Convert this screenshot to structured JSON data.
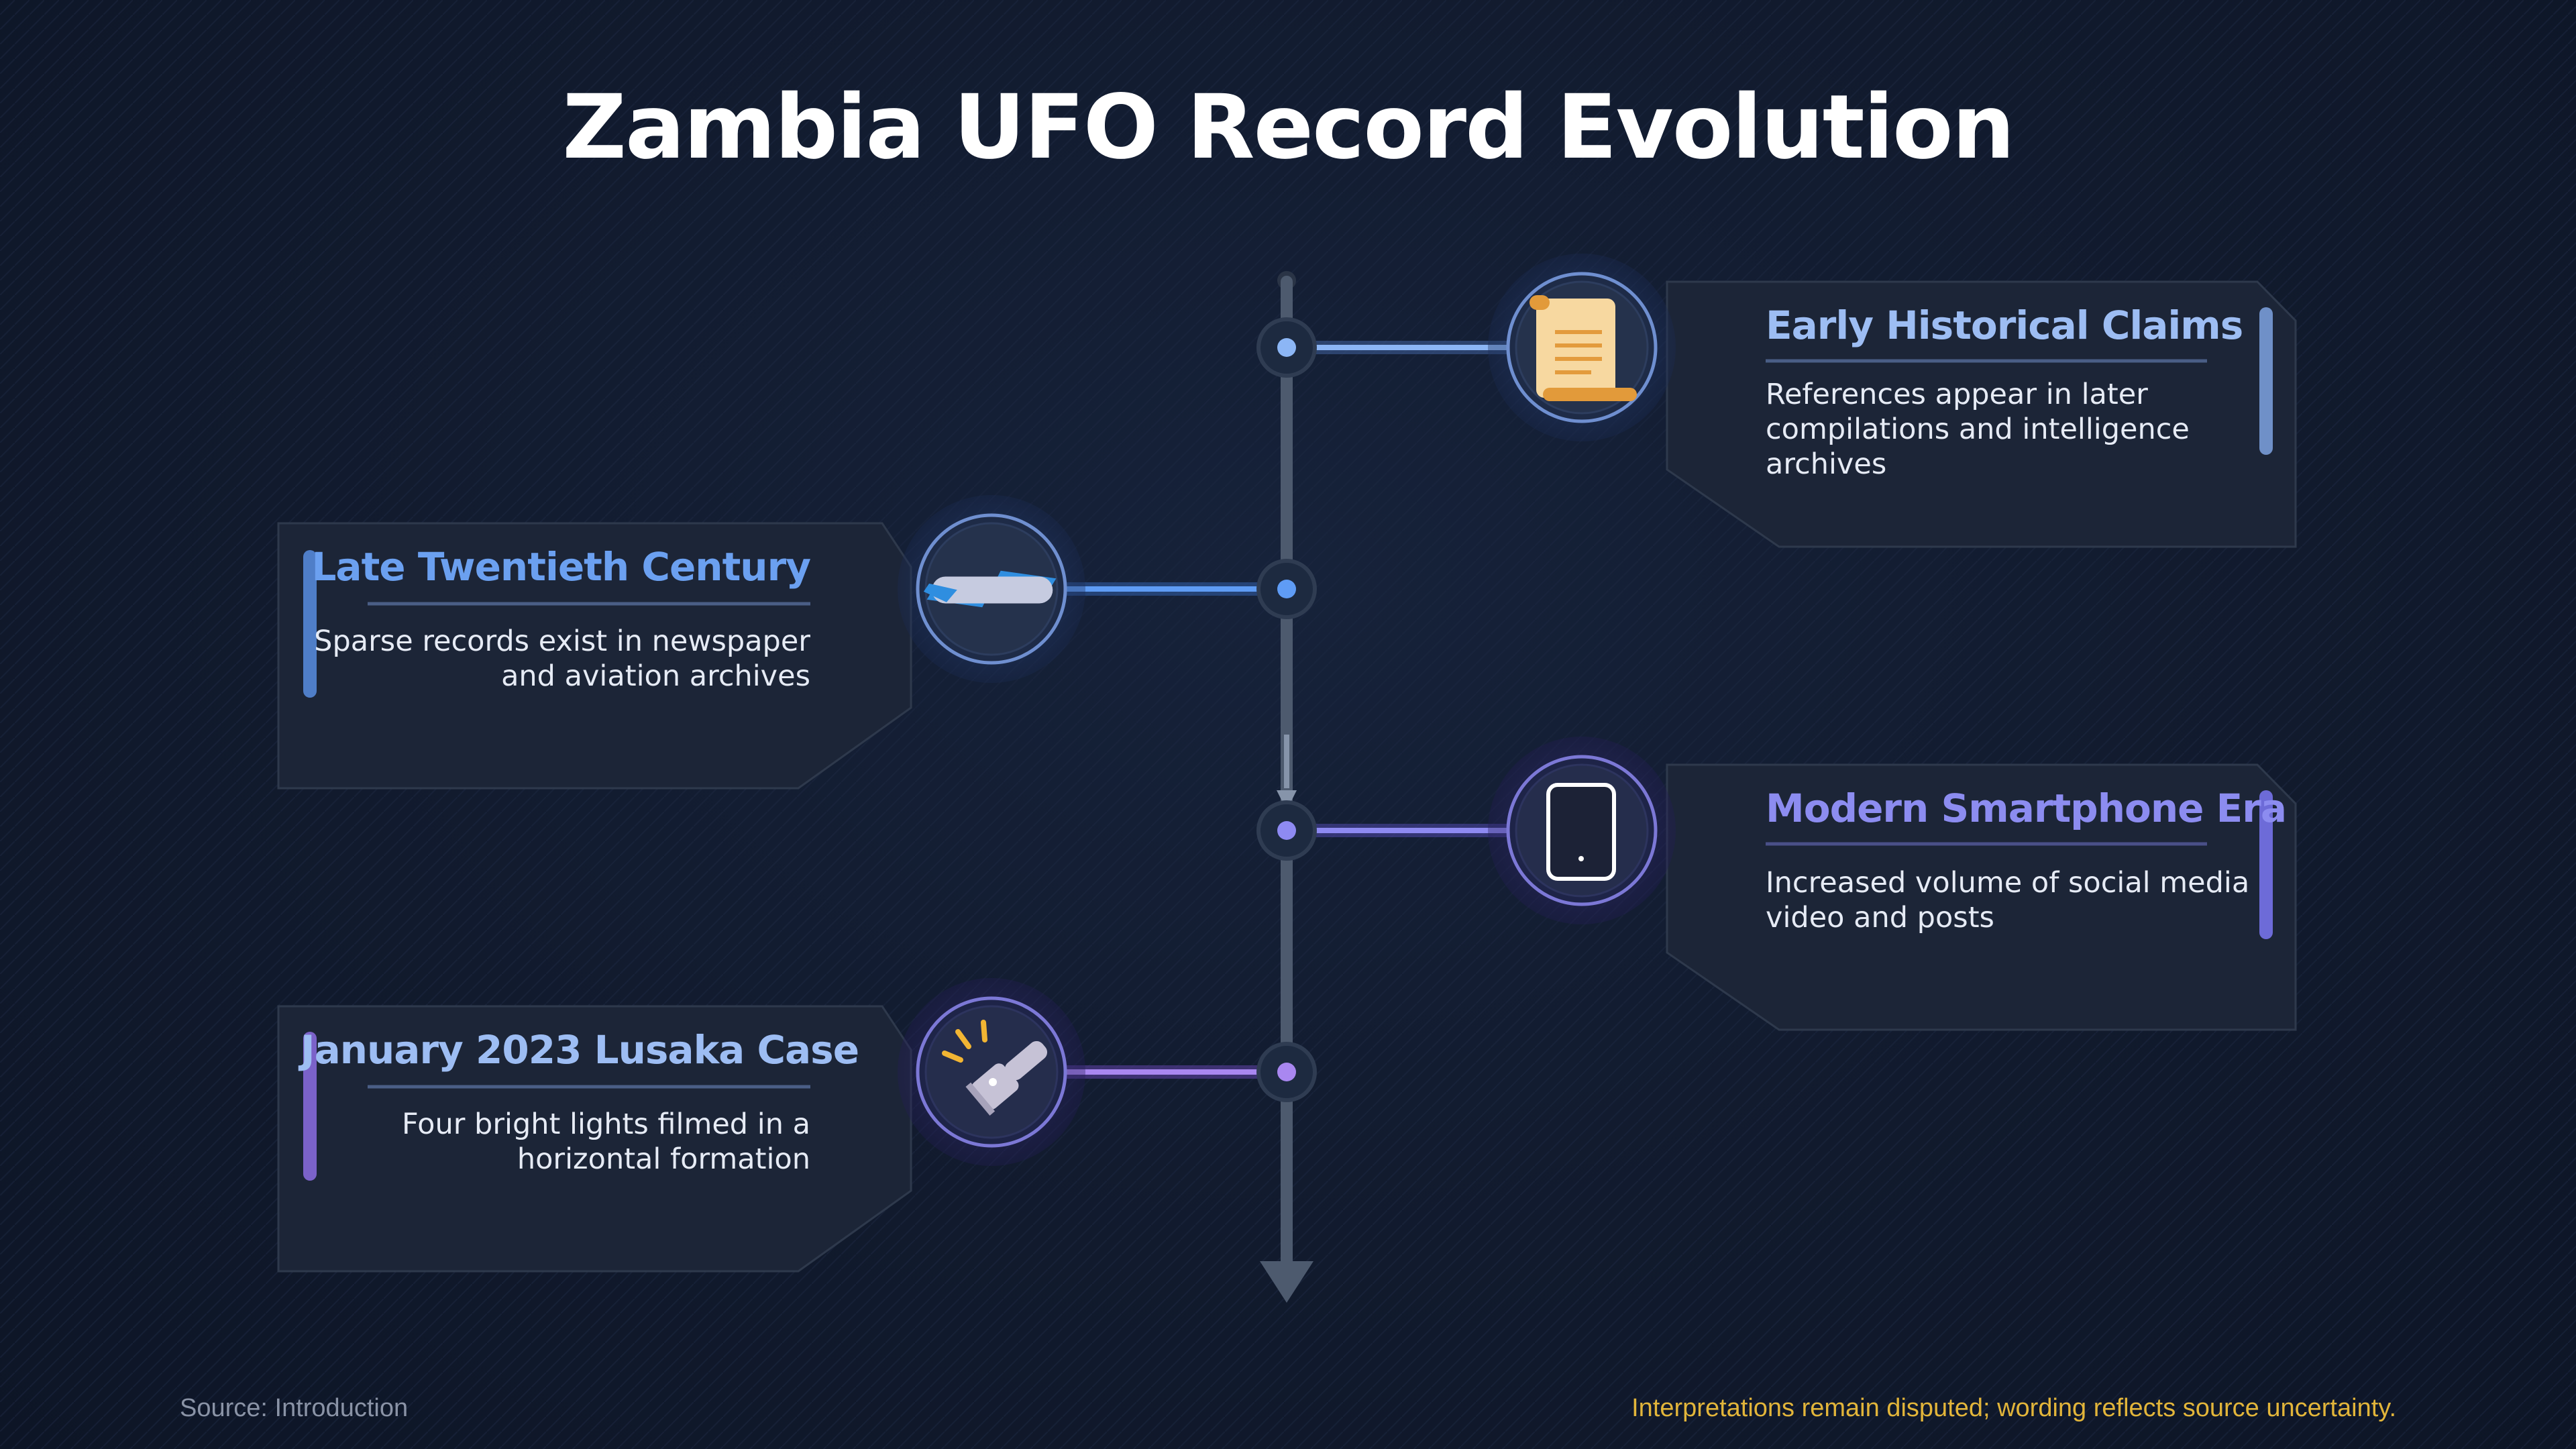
{
  "title": "Zambia UFO Record Evolution",
  "colors": {
    "background": "#111b2e",
    "card": "#1c2537",
    "spine": "#4d5a6e",
    "blue": "#6ba0f0",
    "violet": "#8a86ee",
    "purple": "#a27be8"
  },
  "events": [
    {
      "title": "Early Historical Claims",
      "description": "References appear in later compilations and intelligence archives",
      "icon": "scroll-icon",
      "side": "right",
      "title_color": "#9dbdf3",
      "accent_color": "#6f90c8"
    },
    {
      "title": "Late Twentieth Century",
      "description": "Sparse records exist in newspaper and aviation archives",
      "icon": "airplane-icon",
      "side": "left",
      "title_color": "#6ba0f0",
      "accent_color": "#4f7ec8"
    },
    {
      "title": "Modern Smartphone Era",
      "description": "Increased volume of social media video and posts",
      "icon": "smartphone-icon",
      "side": "right",
      "title_color": "#8c8cf0",
      "accent_color": "#6d6bd8"
    },
    {
      "title": "January 2023 Lusaka Case",
      "description": "Four bright lights filmed in a horizontal formation",
      "icon": "flashlight-icon",
      "side": "left",
      "title_color": "#9dbdf3",
      "accent_color": "#7b62c9"
    }
  ],
  "footer": {
    "source": "Source: Introduction",
    "note": "Interpretations remain disputed; wording reflects source uncertainty."
  }
}
